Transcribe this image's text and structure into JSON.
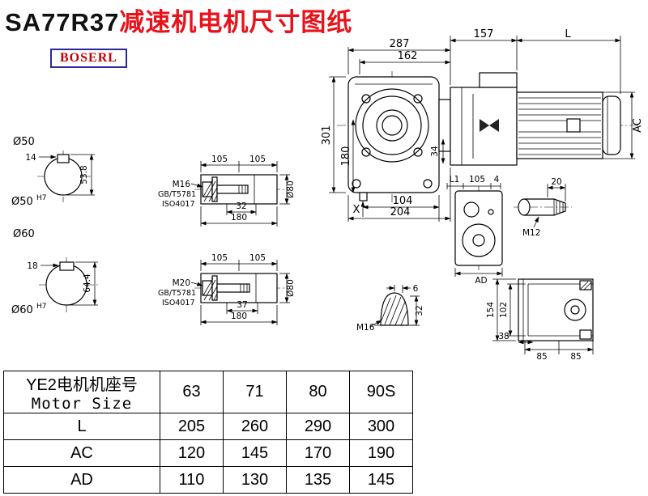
{
  "header": {
    "title_model": "SA77R37",
    "title_suffix": "减速机电机尺寸图纸",
    "logo_text": "BOSERL"
  },
  "main_view": {
    "dim_top_total": "287",
    "dim_top_gearcase": "162",
    "dim_top_adapter": "157",
    "dim_top_motor": "L",
    "dim_height_total": "301",
    "dim_height_flange": "180",
    "dim_flange_offset": "34",
    "dim_motor_dia": "AC",
    "datum_x": "X",
    "dim_bottom_inner": "104",
    "dim_bottom_total": "204"
  },
  "shaft_sections": {
    "s50": {
      "od": "Ø50",
      "bore": "Ø50",
      "bore_tol": "H7",
      "key_width": "14",
      "height": "53.8"
    },
    "s60": {
      "od": "Ø60",
      "bore": "Ø60",
      "bore_tol": "H7",
      "key_width": "18",
      "height": "64.4"
    }
  },
  "shaft_details": {
    "d1": {
      "len_a": "105",
      "len_b": "105",
      "thread": "M16",
      "std1": "GB/T5781",
      "std2": "ISO4017",
      "engage": "32",
      "total": "180",
      "dia": "Ø80"
    },
    "d2": {
      "len_a": "105",
      "len_b": "105",
      "thread": "M20",
      "std1": "GB/T5781",
      "std2": "ISO4017",
      "engage": "37",
      "total": "180",
      "dia": "Ø80"
    }
  },
  "aux_views": {
    "side": {
      "dim_l1": "L1",
      "dim_105": "105",
      "dim_4": "4",
      "dim_ad": "AD"
    },
    "pin": {
      "dim_20": "20",
      "thread": "M12"
    },
    "plug": {
      "dim_6": "6",
      "dim_32": "32",
      "thread": "M16"
    },
    "rear": {
      "dim_154": "154",
      "dim_102": "102",
      "dim_38": "38",
      "dim_85a": "85",
      "dim_85b": "85"
    }
  },
  "table": {
    "header_cn": "YE2电机机座号",
    "header_en": "Motor Size",
    "frame_sizes": [
      "63",
      "71",
      "80",
      "90S"
    ],
    "rows": [
      {
        "label": "L",
        "values": [
          "205",
          "260",
          "290",
          "300"
        ]
      },
      {
        "label": "AC",
        "values": [
          "120",
          "145",
          "170",
          "190"
        ]
      },
      {
        "label": "AD",
        "values": [
          "110",
          "130",
          "135",
          "145"
        ]
      }
    ]
  },
  "colors": {
    "title_red": "#e8121a",
    "logo_red": "#c40000",
    "logo_border": "#2a2a9e",
    "line_black": "#000000"
  }
}
